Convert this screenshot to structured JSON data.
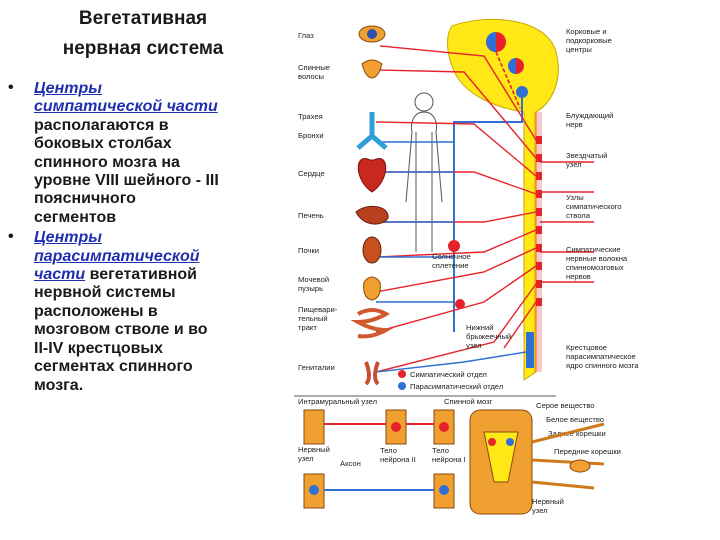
{
  "title": {
    "line1": "Вегетативная",
    "line2": "нервная система"
  },
  "bullets": [
    {
      "lines": [
        {
          "text": "Центры",
          "hl": true
        },
        {
          "text": "симпатической части",
          "hl": true
        },
        {
          "text": "располагаются в",
          "hl": false
        },
        {
          "text": "боковых столбах",
          "hl": false
        },
        {
          "text": "спинного мозга на",
          "hl": false
        },
        {
          "text": "уровне VIII шейного - III",
          "hl": false
        },
        {
          "text": "поясничного",
          "hl": false
        },
        {
          "text": "сегментов",
          "hl": false
        }
      ]
    },
    {
      "lines": [
        {
          "text": "Центры",
          "hl": true
        },
        {
          "text": "парасимпатической",
          "hl": true
        },
        {
          "parts": [
            {
              "text": "части",
              "hl": true
            },
            {
              "text": " вегетативной",
              "hl": false
            }
          ]
        },
        {
          "text": "нервной системы",
          "hl": false
        },
        {
          "text": "расположены в",
          "hl": false
        },
        {
          "text": "мозговом стволе и во",
          "hl": false
        },
        {
          "text": "II-IV крестцовых",
          "hl": false
        },
        {
          "text": "сегментах спинного",
          "hl": false
        },
        {
          "text": "мозга.",
          "hl": false
        }
      ]
    }
  ],
  "figure": {
    "left_labels": {
      "eye": "Глаз",
      "hair": [
        "Спинные",
        "волосы"
      ],
      "trachea": "Трахея",
      "bronchi": "Бронхи",
      "heart": "Сердце",
      "liver": "Печень",
      "kidneys": "Почки",
      "bladder": [
        "Мочевой",
        "пузырь"
      ],
      "intestine": [
        "Пищевари-",
        "тельный",
        "тракт"
      ],
      "genitals": "Гениталии"
    },
    "right_labels": {
      "cortex": [
        "Корковые и",
        "подкорковые",
        "центры"
      ],
      "vagus": [
        "Блуждающий",
        "нерв"
      ],
      "stellate": [
        "Звездчатый",
        "узел"
      ],
      "trunk_nodes": [
        "Узлы",
        "симпатического",
        "ствола"
      ],
      "fibers": [
        "Симпатические",
        "нервные волокна",
        "спинномозговых",
        "нервов"
      ],
      "sacral": [
        "Крестцовое",
        "парасимпатическое",
        "ядро спинного мозга"
      ]
    },
    "center_labels": {
      "solar": [
        "Солнечное",
        "сплетение"
      ],
      "mesenteric": [
        "Нижний",
        "брыжеечный",
        "узел"
      ]
    },
    "legend": {
      "symp": "Симпатический отдел",
      "para": "Парасимпатический отдел"
    },
    "bottom_labels": {
      "intramural": "Интрамуральный узел",
      "spinal_node": "Спинной мозг",
      "neural_node": [
        "Нервный",
        "узел"
      ],
      "axon": "Аксон",
      "body1": [
        "Тело",
        "нейрона II"
      ],
      "body2": [
        "Тело",
        "нейрона I"
      ],
      "gray": "Серое вещество",
      "white": "Белое вещество",
      "back_root": "Заднее корешки",
      "front_root": "Передние корешки",
      "nerve_node": [
        "Нервный",
        "узел"
      ]
    },
    "colors": {
      "symp": "#e8222a",
      "para": "#2f6fd6",
      "cord": "#ffe816",
      "organ": "#f0a030",
      "line": "#222222"
    }
  }
}
